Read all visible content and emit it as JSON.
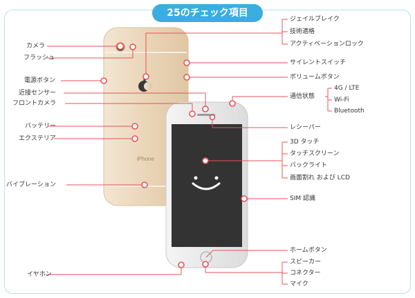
{
  "title": "25のチェック項目",
  "left_labels": {
    "camera": "カメラ",
    "flash": "フラッシュ",
    "power_button": "電源ボタン",
    "proximity_sensor": "近接センサー",
    "front_camera": "フロントカメラ",
    "battery": "バッテリー",
    "exterior": "エクステリア",
    "vibration": "バイブレーション",
    "earphone": "イヤホン"
  },
  "right_labels": {
    "jailbreak": "ジェイルブレイク",
    "technical_compliance": "技術適格",
    "activation_lock": "アクティベーションロック",
    "silent_switch": "サイレントスイッチ",
    "volume_button": "ボリュームボタン",
    "network_status": "通信状態",
    "network_4g": "4G / LTE",
    "network_wifi": "Wi-Fi",
    "network_bluetooth": "Bluetooth",
    "receiver": "レシーバー",
    "touch_3d": "3D タッチ",
    "touch_screen": "タッチスクリーン",
    "backlight": "バックライト",
    "screen_crack_lcd": "画面割れ および LCD",
    "sim": "SIM 認識",
    "home_button": "ホームボタン",
    "speaker": "スピーカー",
    "connector": "コネクター",
    "mic": "マイク"
  },
  "phone_back": {
    "brand_text": "iPhone"
  },
  "colors": {
    "accent": "#3aaee0",
    "marker": "#e8505b",
    "gold_body": "#e9d3b4",
    "screen": "#333333",
    "frame_border": "#b9dff0"
  }
}
